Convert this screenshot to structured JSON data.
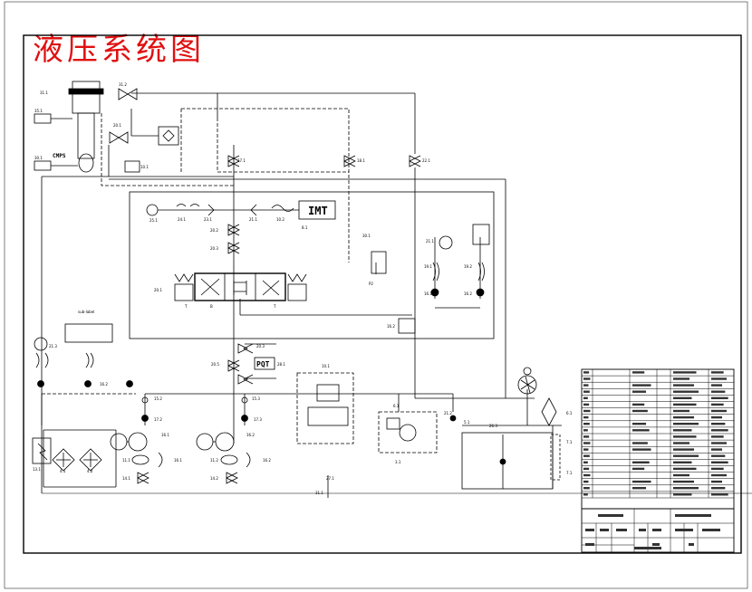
{
  "diagram": {
    "title": "液压系统图",
    "labels": {
      "imt": "IMT",
      "pqt": "PQT",
      "cmps": "CMPS"
    }
  }
}
